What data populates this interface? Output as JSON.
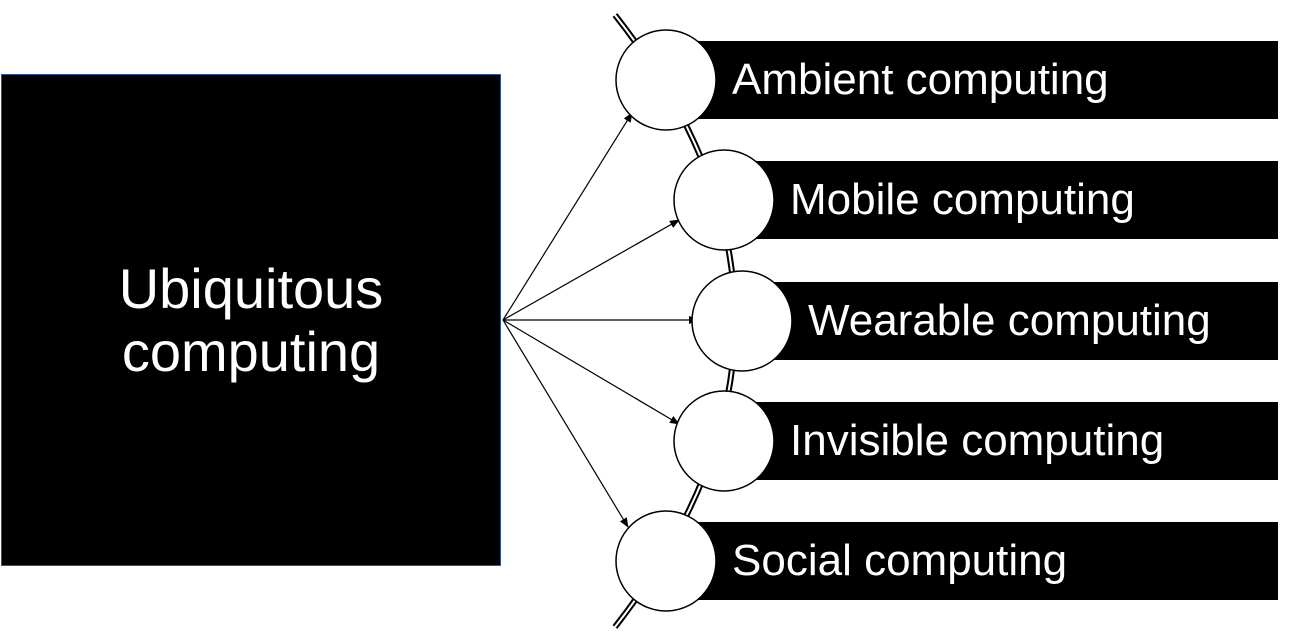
{
  "diagram": {
    "root": {
      "label": "Ubiquitous computing"
    },
    "items": [
      {
        "label": "Ambient computing"
      },
      {
        "label": "Mobile computing"
      },
      {
        "label": "Wearable computing"
      },
      {
        "label": "Invisible computing"
      },
      {
        "label": "Social computing"
      }
    ],
    "colors": {
      "box_fill": "#000000",
      "text": "#ffffff",
      "box_border": "#2f5597",
      "line": "#000000",
      "circle_fill": "#ffffff"
    }
  }
}
